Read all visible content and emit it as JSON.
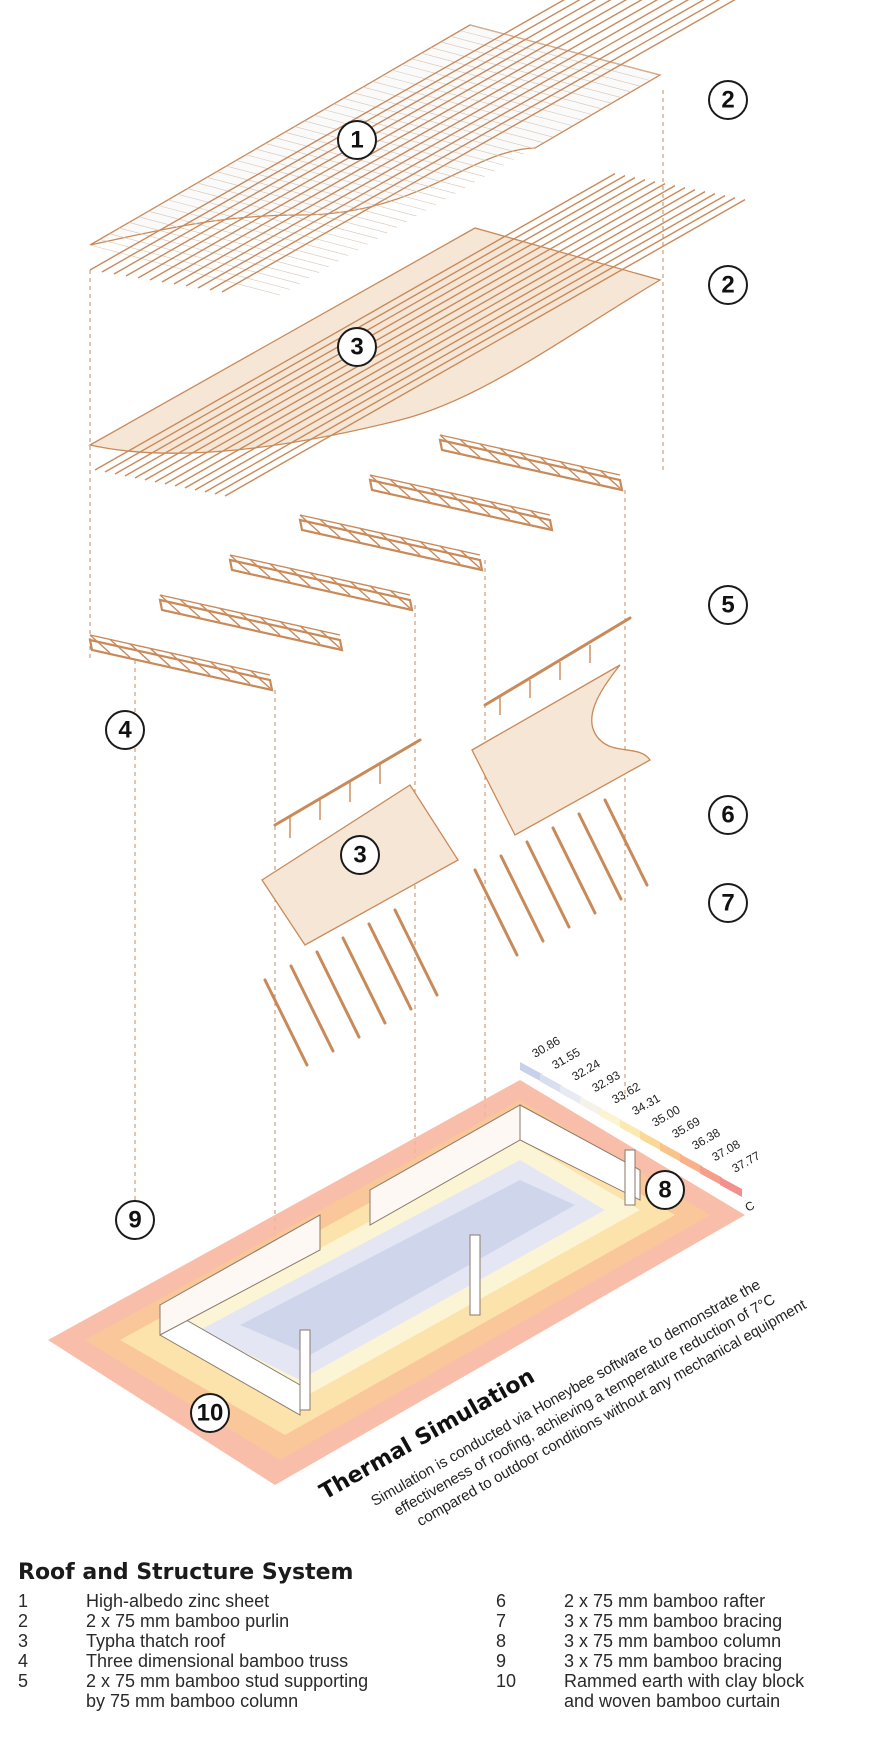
{
  "callouts": [
    {
      "label": "1"
    },
    {
      "label": "2"
    },
    {
      "label": "2"
    },
    {
      "label": "3"
    },
    {
      "label": "5"
    },
    {
      "label": "4"
    },
    {
      "label": "6"
    },
    {
      "label": "3"
    },
    {
      "label": "7"
    },
    {
      "label": "8"
    },
    {
      "label": "9"
    },
    {
      "label": "10"
    }
  ],
  "scale": {
    "values": [
      "30.86",
      "31.55",
      "32.24",
      "32.93",
      "33.62",
      "34.31",
      "35.00",
      "35.69",
      "36.38",
      "37.08",
      "37.77"
    ],
    "unit": "C",
    "colors": [
      "#c9d1ea",
      "#d9def0",
      "#e7e9f3",
      "#f5f2ea",
      "#fbf4cf",
      "#fbeab0",
      "#fbd896",
      "#f9c489",
      "#f8b188",
      "#f59e8a",
      "#f38f8c"
    ]
  },
  "simulation": {
    "title": "Thermal Simulation",
    "line1": "Simulation is conducted via Honeybee software to demonstrate the",
    "line2": "effectiveness of roofing, achieving a temperature reduction of 7°C",
    "line3": "compared to outdoor conditions without any mechanical equipment"
  },
  "legend": {
    "title": "Roof and Structure System",
    "left": [
      {
        "num": "1",
        "lines": [
          "High-albedo zinc sheet"
        ]
      },
      {
        "num": "2",
        "lines": [
          "2 x 75 mm bamboo purlin"
        ]
      },
      {
        "num": "3",
        "lines": [
          "Typha thatch roof"
        ]
      },
      {
        "num": "4",
        "lines": [
          "Three dimensional bamboo truss"
        ]
      },
      {
        "num": "5",
        "lines": [
          "2 x 75 mm bamboo stud supporting",
          "by 75 mm bamboo column"
        ]
      }
    ],
    "right": [
      {
        "num": "6",
        "lines": [
          "2 x 75 mm bamboo rafter"
        ]
      },
      {
        "num": "7",
        "lines": [
          "3 x 75 mm bamboo bracing"
        ]
      },
      {
        "num": "8",
        "lines": [
          "3 x 75 mm bamboo column"
        ]
      },
      {
        "num": "9",
        "lines": [
          "3 x 75 mm bamboo bracing"
        ]
      },
      {
        "num": "10",
        "lines": [
          "Rammed earth with clay block",
          "and woven bamboo curtain"
        ]
      }
    ]
  },
  "colors": {
    "wood": "#c98a5a",
    "thatch": "#f6e6d6",
    "outline": "#1a1a1a"
  }
}
